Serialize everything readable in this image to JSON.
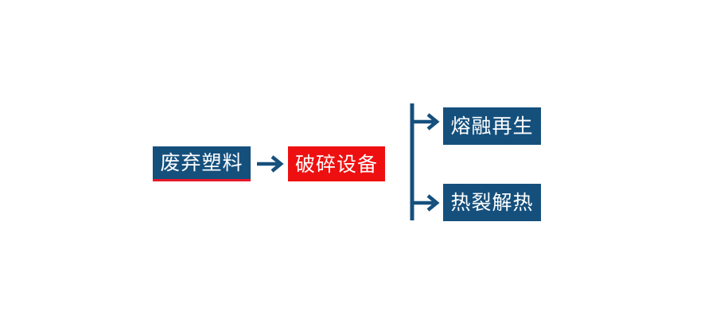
{
  "diagram": {
    "type": "process-flow",
    "background_color": "#ffffff",
    "palette": {
      "blue": "#15507d",
      "red": "#ee1010",
      "accent_red_underline": "#e8172a",
      "connector": "#15507d",
      "text": "#ffffff"
    },
    "nodes": [
      {
        "id": "waste-plastic",
        "label": "废弃塑料",
        "style": "blue",
        "has_red_underline": true
      },
      {
        "id": "crusher",
        "label": "破碎设备",
        "style": "red",
        "has_red_underline": false
      },
      {
        "id": "melt-regeneration",
        "label": "熔融再生",
        "style": "blue",
        "has_red_underline": false
      },
      {
        "id": "pyrolysis",
        "label": "热裂解热",
        "style": "blue",
        "has_red_underline": false
      }
    ],
    "connectors": [
      {
        "id": "waste-to-crusher",
        "icon": "arrow-right-icon",
        "from": "waste-plastic",
        "to": "crusher"
      },
      {
        "id": "crusher-to-melt-regeneration",
        "icon": "branch-arrow-right-icon",
        "from": "crusher",
        "to": "melt-regeneration"
      },
      {
        "id": "crusher-to-pyrolysis",
        "icon": "branch-arrow-right-icon",
        "from": "crusher",
        "to": "pyrolysis"
      }
    ]
  }
}
